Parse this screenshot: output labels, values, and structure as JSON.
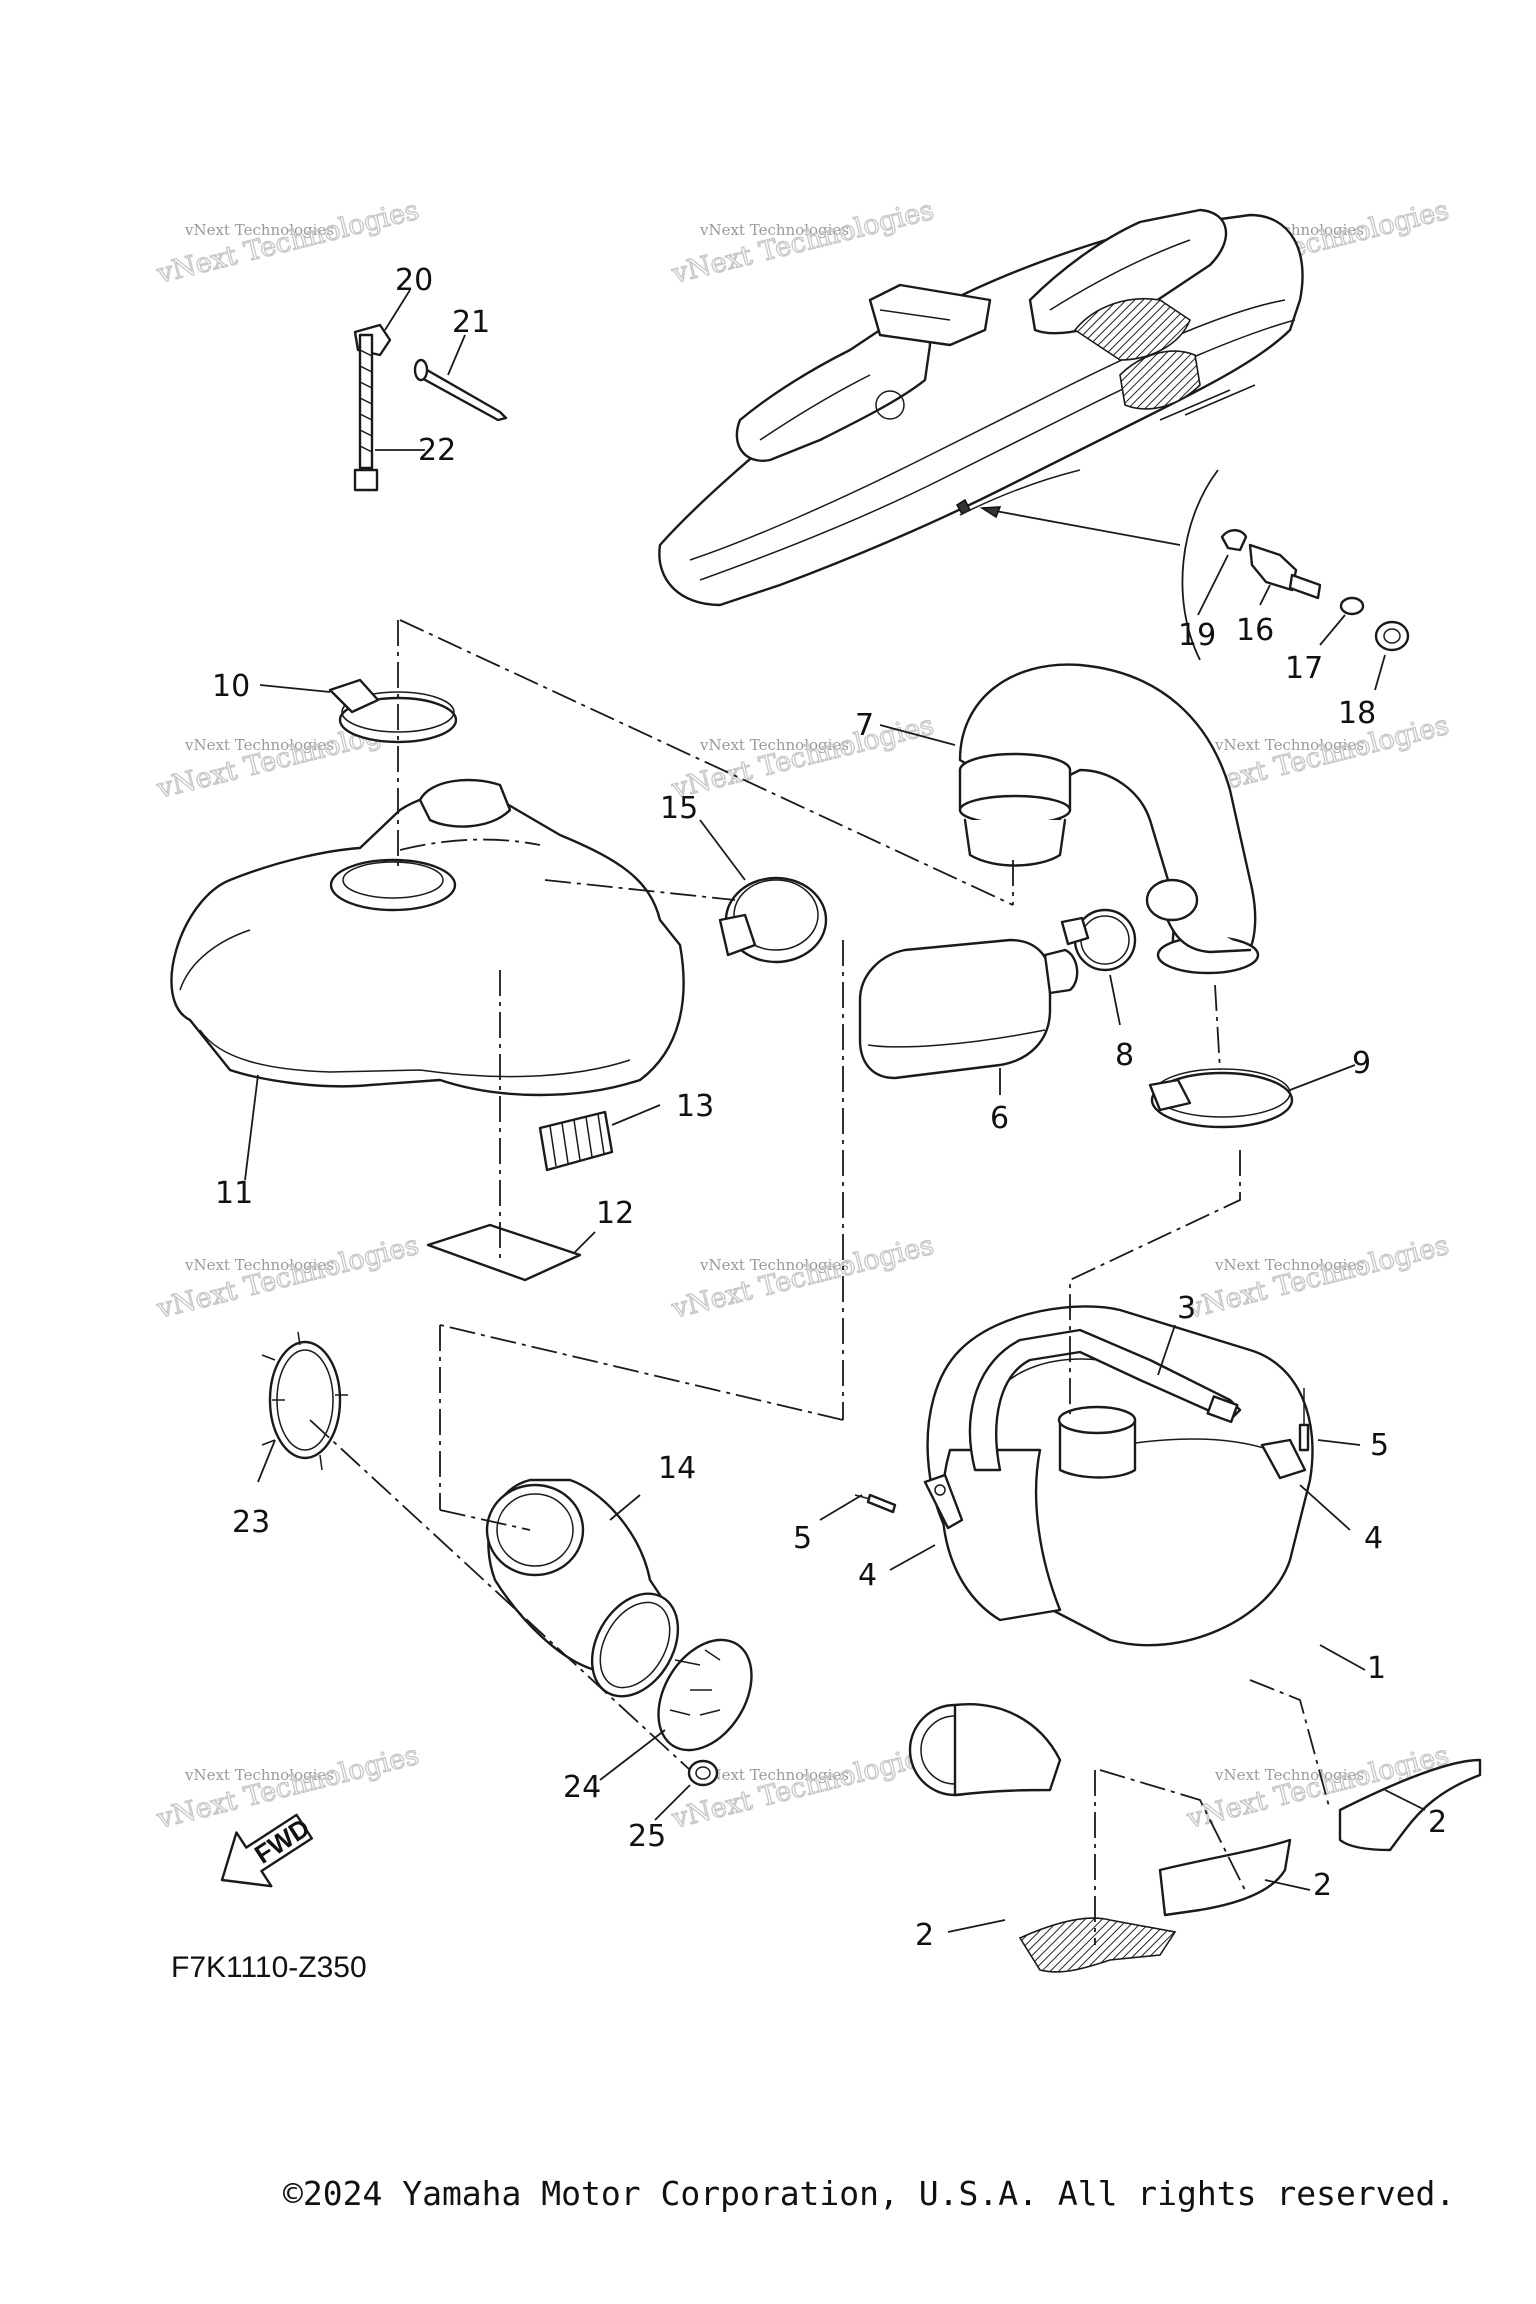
{
  "diagram": {
    "callouts": [
      "1",
      "2",
      "3",
      "4",
      "5",
      "6",
      "7",
      "8",
      "9",
      "10",
      "11",
      "12",
      "13",
      "14",
      "15",
      "16",
      "17",
      "18",
      "19",
      "20",
      "21",
      "22",
      "23",
      "24",
      "25"
    ],
    "watermark": {
      "line1": "vNext Technologies",
      "line2": "vNext Technologies"
    },
    "fwd_label": "FWD",
    "drawing_code": "F7K1110-Z350",
    "copyright": "©2024 Yamaha Motor Corporation, U.S.A. All rights reserved."
  }
}
